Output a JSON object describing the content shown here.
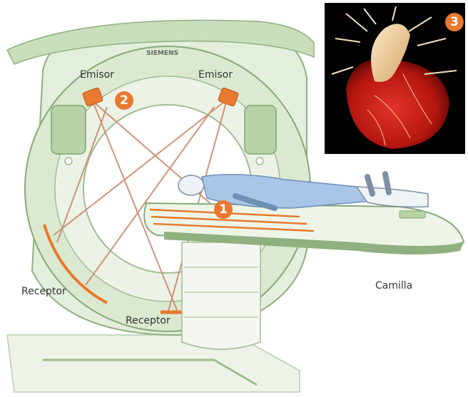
{
  "brand": "SIEMENS",
  "labels": {
    "emisor_left": "Emisor",
    "emisor_right": "Emisor",
    "receptor_left": "Receptor",
    "receptor_bottom": "Receptor",
    "camilla": "Camilla"
  },
  "badges": {
    "one": "1",
    "two": "2",
    "three": "3"
  },
  "colors": {
    "accent": "#e8792f",
    "scanner_green": "#d9e8cf",
    "scanner_stroke": "#7ea56e",
    "patient_blue": "#a9c6e8",
    "beam": "#c9896d"
  }
}
